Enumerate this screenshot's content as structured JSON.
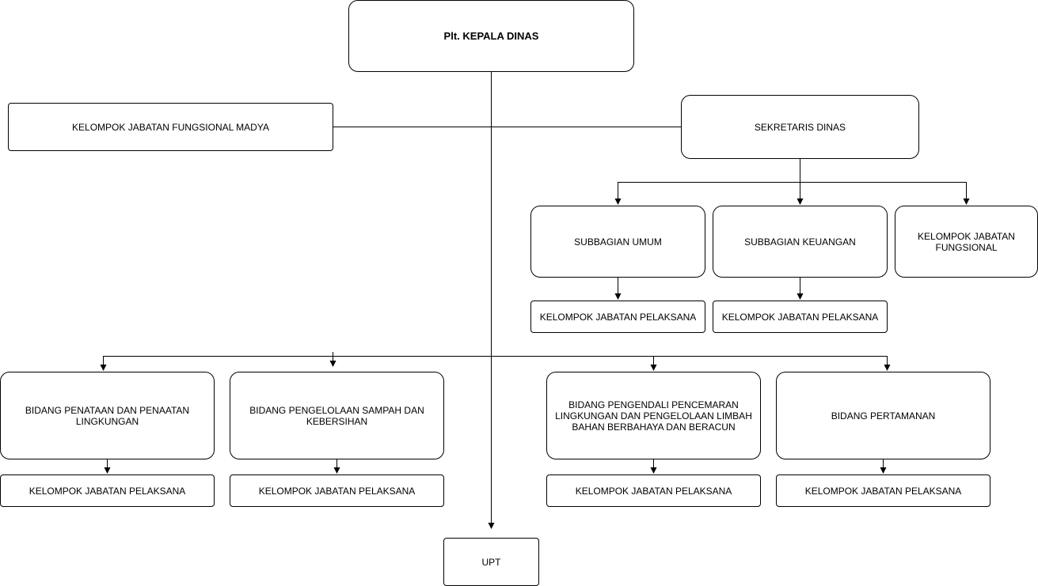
{
  "org_chart": {
    "head": "Plt. KEPALA DINAS",
    "functional_madya": "KELOMPOK JABATAN FUNGSIONAL MADYA",
    "secretary": "SEKRETARIS DINAS",
    "sub_general": "SUBBAGIAN UMUM",
    "sub_finance": "SUBBAGIAN KEUANGAN",
    "functional_group": "KELOMPOK JABATAN FUNGSIONAL",
    "executor": "KELOMPOK JABATAN PELAKSANA",
    "bidang": [
      "BIDANG PENATAAN DAN PENAATAN LINGKUNGAN",
      "BIDANG PENGELOLAAN SAMPAH DAN KEBERSIHAN",
      "BIDANG PENGENDALI PENCEMARAN LINGKUNGAN DAN PENGELOLAAN LIMBAH BAHAN BERBAHAYA DAN BERACUN",
      "BIDANG PERTAMANAN"
    ],
    "upt": "UPT"
  }
}
